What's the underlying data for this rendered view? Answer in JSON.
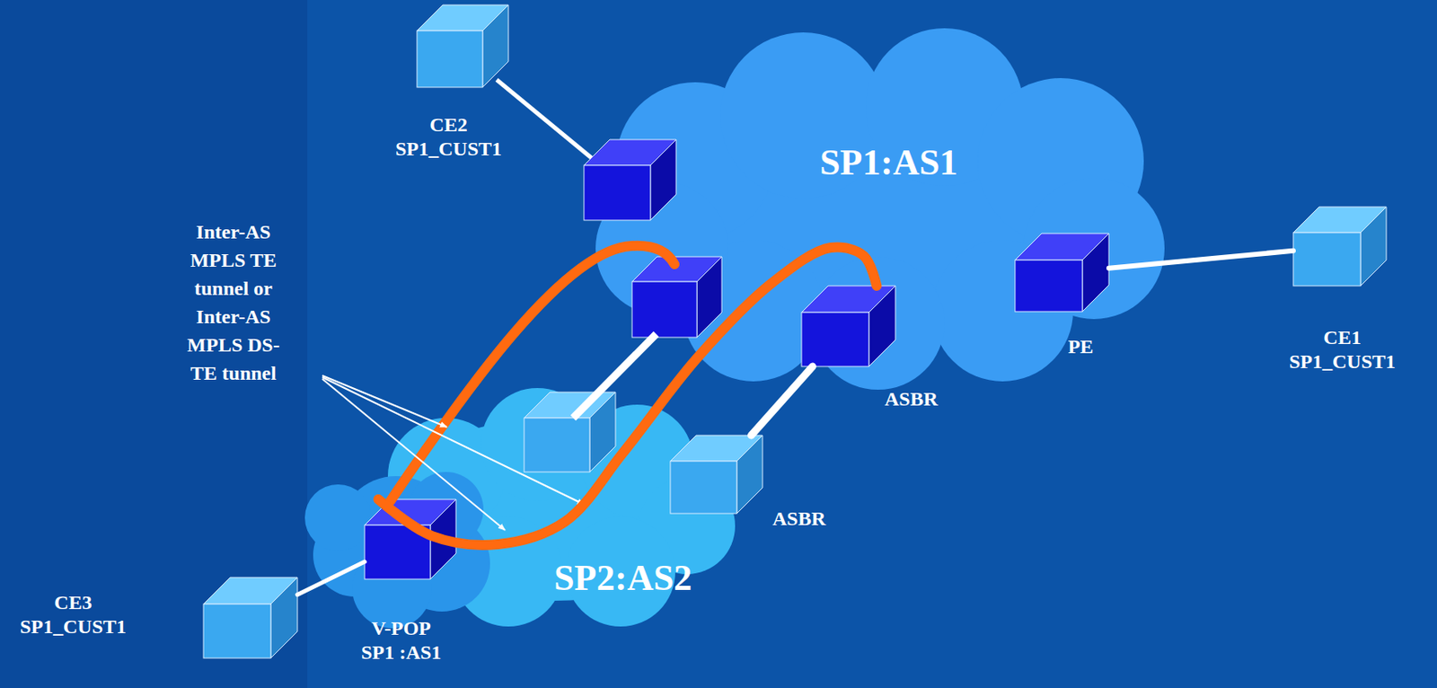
{
  "diagram": {
    "nodes": [
      {
        "text": [
          "CE2 SP1_CUST1"
        ]
      },
      {
        "text": [
          "SP1:AS1"
        ]
      },
      {
        "text": [
          "ASBR"
        ],
        "in": 1
      },
      {
        "text": [
          "PE"
        ],
        "in": 1
      },
      {
        "text": [
          "CE1 SP1_CUST1"
        ]
      },
      {
        "text": [
          "SP2:AS2"
        ]
      },
      {
        "text": [
          "ASBR"
        ],
        "in": 5
      },
      {
        "text": [
          "V-POP SP1 :AS1"
        ],
        "in": 5
      },
      {
        "text": [
          "CE3 SP1_CUST1"
        ]
      }
    ],
    "edges": [
      {
        "from": 3,
        "to": 4,
        "arrow": "none"
      },
      {
        "from": 6,
        "to": 2,
        "arrow": "none"
      },
      {
        "from": 8,
        "to": 7,
        "arrow": "none"
      },
      {
        "from": 7,
        "to": 2,
        "arrow": "none"
      }
    ],
    "labels": [
      "Inter-AS MPLS TE tunnel or Inter-AS MPLS DS-TE tunnel"
    ]
  }
}
